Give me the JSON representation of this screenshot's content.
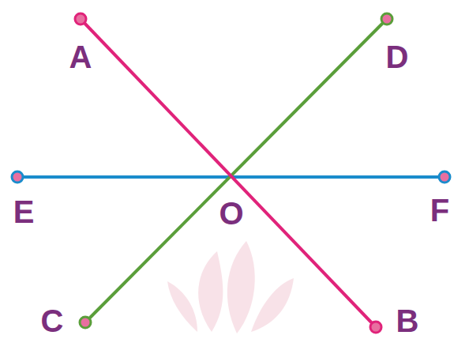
{
  "diagram": {
    "labels": [
      "A",
      "D",
      "E",
      "O",
      "F",
      "C",
      "B"
    ]
  }
}
